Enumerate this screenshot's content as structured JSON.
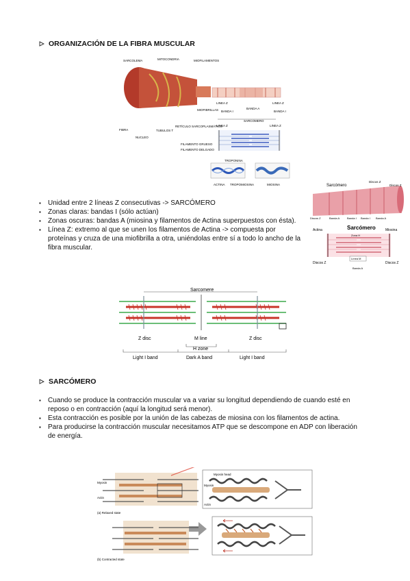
{
  "section1": {
    "heading": "ORGANIZACIÓN DE LA FIBRA MUSCULAR",
    "bullets": [
      "Unidad entre 2 líneas Z consecutivas -> SARCÓMERO",
      "Zonas claras: bandas I (sólo actúan)",
      "Zonas oscuras: bandas A (miosina y filamentos de Actina superpuestos con ésta).",
      "Línea Z: extremo al que se unen los filamentos de Actina -> compuesta por proteínas y cruza de una miofibrilla a otra, uniéndolas entre sí a todo lo ancho de la fibra muscular."
    ]
  },
  "fig1": {
    "labels": {
      "sarcolema": "SARCOLEMA",
      "mitocondria": "MITOCONDRIA",
      "miofilamentos": "MIOFILAMENTOS",
      "miofibrillas": "MIOFIBRILLAS",
      "fibra": "FIBRA",
      "nucleo": "NUCLEO",
      "tubulos": "TUBULOS T",
      "reticulo": "RETÍCULO SARCOPLASMÁTICO",
      "lineaz1": "LINEA Z",
      "lineaz2": "LINEA Z",
      "bandai1": "BANDA I",
      "bandaa": "BANDA A",
      "bandai2": "BANDA I",
      "sarcomero": "SARCOMERO",
      "lineaz3": "LINEA Z",
      "lineaz4": "LINEA Z",
      "grueso": "FILAMENTO GRUESO",
      "delgado": "FILAMENTO DELGADO",
      "troponina": "TROPONINA",
      "actina": "ACTINA",
      "tropomiosina": "TROPOMIOSINA",
      "miosina": "MIOSINA"
    }
  },
  "fig2": {
    "labels": {
      "sarcomero": "Sarcómero",
      "disco1": "Discos Z",
      "disco2": "Discos Z",
      "discoz": "Discos Z",
      "bandaa1": "Banda A",
      "bandai1": "Banda I",
      "bandai2": "Banda I",
      "bandaa2": "Banda A",
      "title": "Sarcómero",
      "actina": "Actina",
      "miosina": "Miosina",
      "zona": "Zona H",
      "lineam": "Línea M",
      "discos_bl": "Discos Z",
      "discos_br": "Discos Z",
      "bandaa_b": "Banda A"
    }
  },
  "fig3": {
    "labels": {
      "sarcomere": "Sarcomere",
      "zdisc1": "Z disc",
      "mline": "M line",
      "zdisc2": "Z disc",
      "hzone": "H zone",
      "lightband1": "Light I band",
      "darkband": "Dark A band",
      "lightband2": "Light I band"
    }
  },
  "section2": {
    "heading": "SARCÓMERO",
    "bullets": [
      "Cuando se produce la contracción muscular va a variar su longitud dependiendo de cuando esté en reposo o en contracción (aquí la longitud será menor).",
      "Esta contracción es posible por la unión de las cabezas de miosina con los filamentos de actina.",
      "Para producirse la contracción muscular necesitamos ATP que se descompone en ADP con liberación de energía."
    ]
  },
  "fig4": {
    "labels": {
      "myosin1": "Myosin",
      "actin1": "Actin",
      "relaxed": "(a) Relaxed state",
      "myosinhead": "Myosin head",
      "myosin2": "Myosin",
      "actin2": "Actin",
      "contracted": "(b) Contracted state"
    }
  }
}
